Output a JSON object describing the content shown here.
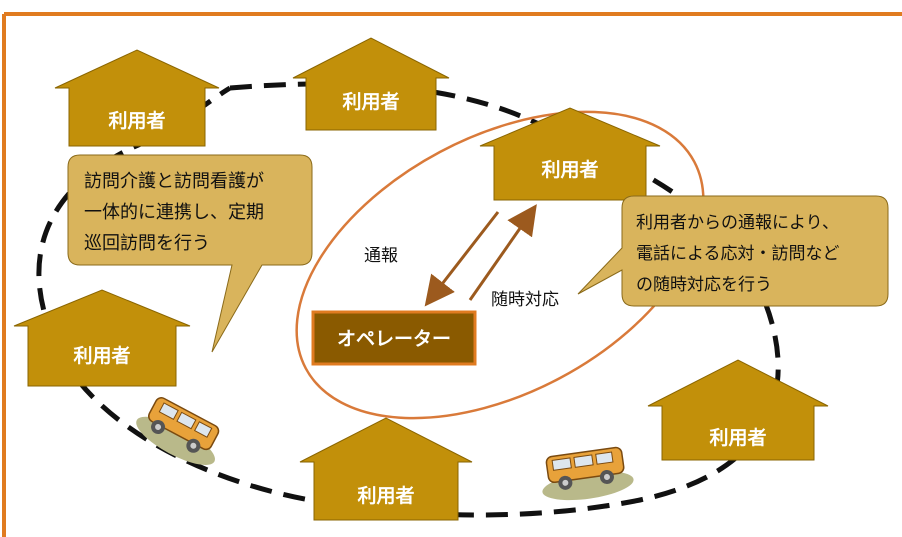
{
  "colors": {
    "frame_border": "#E07B20",
    "house_fill": "#C2900A",
    "house_text": "#FFFFFF",
    "operator_fill": "#8A5A00",
    "operator_border": "#E07B20",
    "bubble_fill": "#D9B45C",
    "ellipse_stroke": "#D97A3A",
    "arrow": "#9C5A1E",
    "dashed_path": "#111111"
  },
  "houses": [
    {
      "label": "利用者"
    },
    {
      "label": "利用者"
    },
    {
      "label": "利用者"
    },
    {
      "label": "利用者"
    },
    {
      "label": "利用者"
    },
    {
      "label": "利用者"
    }
  ],
  "operator": {
    "label": "オペレーター"
  },
  "arrows": {
    "report_label": "通報",
    "response_label": "随時対応"
  },
  "bubbles": [
    {
      "lines": [
        "訪問介護と訪問看護が",
        "一体的に連携し、定期",
        "巡回訪問を行う"
      ]
    },
    {
      "lines": [
        "利用者からの通報により、",
        "電話による応対・訪問など",
        "の随時対応を行う"
      ]
    }
  ],
  "icons": {
    "car_left": "car-icon",
    "car_right": "car-icon"
  }
}
